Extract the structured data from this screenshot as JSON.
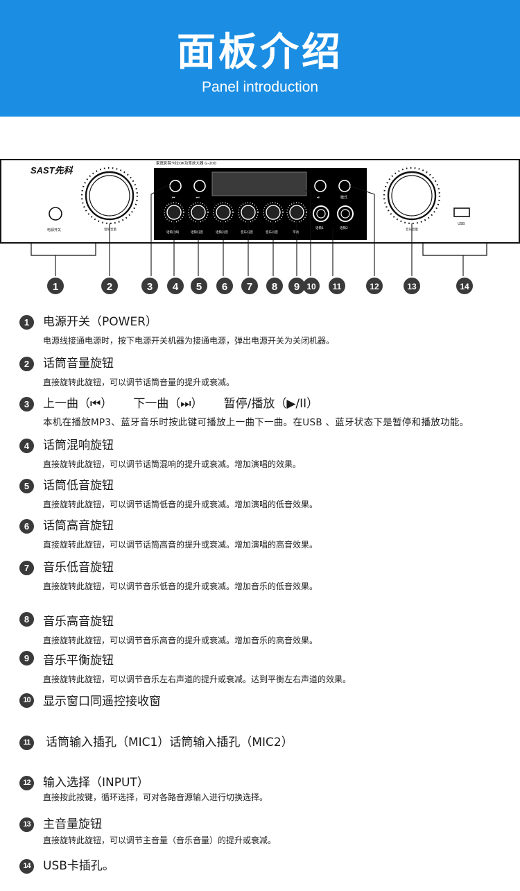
{
  "header": {
    "title": "面板介绍",
    "subtitle": "Panel introduction"
  },
  "panel": {
    "brand": "SAST先科",
    "model_text": "家庭影院卡拉OK功率放大器  G-200",
    "power_label": "电源开关",
    "mic_vol_label": "话筒音量",
    "main_vol_label": "音乐音量",
    "usb_label": "USB",
    "knob_labels": [
      "话筒混响",
      "话筒低音",
      "话筒高音",
      "音乐低音",
      "音乐高音",
      "平衡"
    ],
    "jack_labels": [
      "话筒1",
      "话筒2"
    ],
    "mode_label": "模式",
    "callouts": [
      "1",
      "2",
      "3",
      "4",
      "5",
      "6",
      "7",
      "8",
      "9",
      "10",
      "11",
      "12",
      "13",
      "14"
    ]
  },
  "items": [
    {
      "num": "1",
      "title": "电源开关（POWER）",
      "desc": "电源线接通电源时，按下电源开关机器为接通电源，弹出电源开关为关闭机器。"
    },
    {
      "num": "2",
      "title": "话筒音量旋钮",
      "desc": "直接旋转此旋钮，可以调节话筒音量的提升或衰减。"
    },
    {
      "num": "3",
      "title_parts": [
        "上一曲（⏮）",
        "下一曲（⏭）",
        "暂停/播放（▶/II）"
      ],
      "desc": "本机在播放MP3、蓝牙音乐时按此键可播放上一曲下一曲。在USB 、蓝牙状态下是暂停和播放功能。"
    },
    {
      "num": "4",
      "title": "话筒混响旋钮",
      "desc": "直接旋转此旋钮，可以调节话筒混响的提升或衰减。增加演唱的效果。"
    },
    {
      "num": "5",
      "title": "话筒低音旋钮",
      "desc": "直接旋转此旋钮，可以调节话筒低音的提升或衰减。增加演唱的低音效果。"
    },
    {
      "num": "6",
      "title": "话筒高音旋钮",
      "desc": "直接旋转此旋钮，可以调节话筒高音的提升或衰减。增加演唱的高音效果。"
    },
    {
      "num": "7",
      "title": "音乐低音旋钮",
      "desc": "直接旋转此旋钮，可以调节音乐低音的提升或衰减。增加音乐的低音效果。"
    },
    {
      "num": "8",
      "title": "音乐高音旋钮",
      "desc": "直接旋转此旋钮，可以调节音乐高音的提升或衰减。增加音乐的高音效果。"
    },
    {
      "num": "9",
      "title": "音乐平衡旋钮",
      "desc": "直接旋转此旋钮，可以调节音乐左右声道的提升或衰减。达到平衡左右声道的效果。"
    },
    {
      "num": "10",
      "title": "显示窗口同遥控接收窗",
      "desc": ""
    },
    {
      "num": "11",
      "title": "话筒输入插孔（MIC1）话筒输入插孔（MIC2）",
      "desc": ""
    },
    {
      "num": "12",
      "title": "输入选择（INPUT）",
      "desc": "直接按此按键，循环选择，可对各路音源输入进行切换选择。"
    },
    {
      "num": "13",
      "title": "主音量旋钮",
      "desc": "直接旋转此旋钮，可以调节主音量（音乐音量）的提升或衰减。"
    },
    {
      "num": "14",
      "title": "USB卡插孔。",
      "desc": ""
    }
  ]
}
